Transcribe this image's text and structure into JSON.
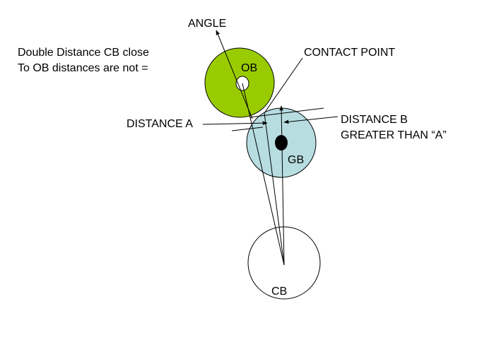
{
  "note": {
    "line1": "Double Distance CB close",
    "line2": "To OB distances are not ="
  },
  "labels": {
    "angle": "ANGLE",
    "contact_point": "CONTACT POINT",
    "distance_a": "DISTANCE A",
    "distance_b_line1": "DISTANCE B",
    "distance_b_line2": "GREATER THAN “A”"
  },
  "balls": {
    "object_ball": "OB",
    "ghost_ball": "GB",
    "cue_ball": "CB"
  },
  "colors": {
    "object_ball_fill": "#99cc00",
    "ghost_ball_fill": "#b7dde1",
    "cue_ball_fill": "#ffffff",
    "line": "#000000"
  }
}
